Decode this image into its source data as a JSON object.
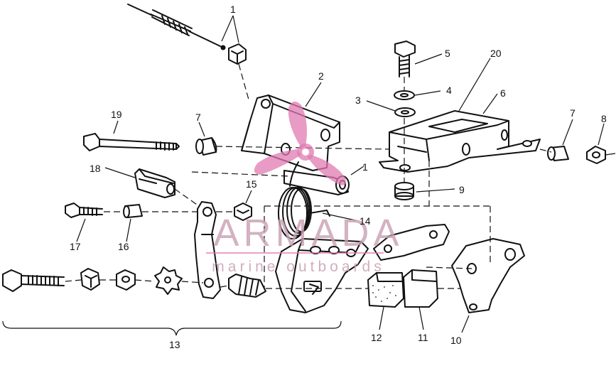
{
  "diagram": {
    "callouts": [
      "1",
      "1",
      "2",
      "3",
      "4",
      "5",
      "6",
      "7",
      "7",
      "8",
      "9",
      "10",
      "11",
      "12",
      "13",
      "14",
      "15",
      "16",
      "17",
      "18",
      "19",
      "20"
    ],
    "watermark": {
      "brand": "ARMADA",
      "tagline": "marine outboards",
      "colors": {
        "text": "#c9a0b4",
        "logo": "#e07ab0"
      }
    },
    "colors": {
      "ink": "#111111",
      "background": "#ffffff"
    }
  }
}
